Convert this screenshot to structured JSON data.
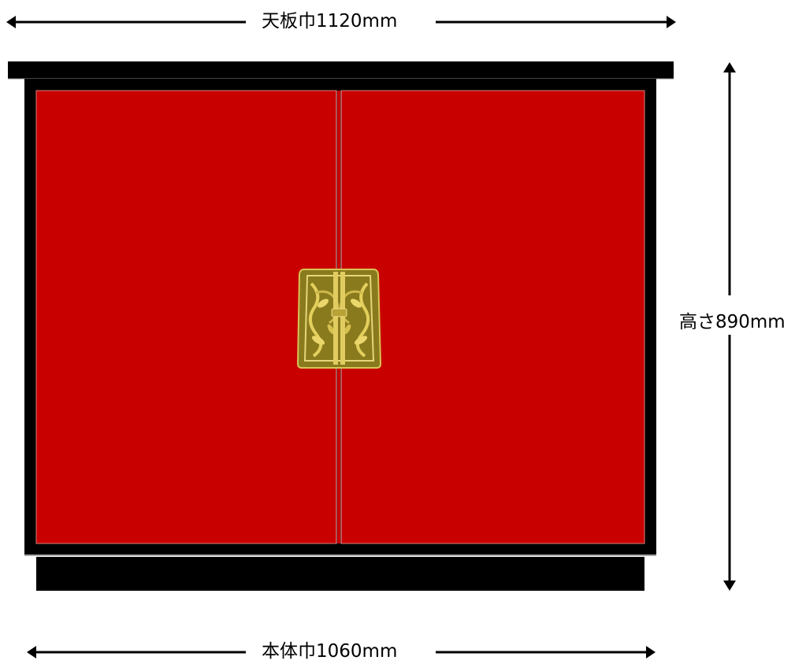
{
  "dimensions": {
    "top_width": "天板巾1120mm",
    "height": "高さ890mm",
    "body_width": "本体巾1060mm"
  },
  "colors": {
    "cabinet_frame": "#000000",
    "door_panel": "#c80000",
    "hardware": "#c9b23a",
    "dimension_line": "#000000"
  },
  "icons": {
    "door_ornament": "gold-ornamental-latch-plate"
  }
}
